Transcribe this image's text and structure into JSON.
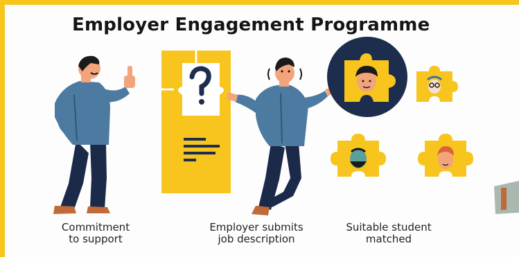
{
  "title": "Employer Engagement Programme",
  "steps": [
    {
      "caption": "Commitment to support",
      "line1": "Commitment",
      "line2": "to support",
      "illustration": "person-thumbs-up"
    },
    {
      "caption": "Employer submits job description",
      "line1": "Employer submits",
      "line2": "job description",
      "illustration": "person-with-puzzle-document"
    },
    {
      "caption": "Suitable student matched",
      "line1": "Suitable student",
      "line2": "matched",
      "illustration": "puzzle-pieces-with-faces"
    }
  ],
  "colors": {
    "border": "#f7c51e",
    "puzzle": "#f7c51e",
    "shirt": "#4d7aa0",
    "pants": "#1c2a4a",
    "navy": "#1c2d4d",
    "shoes": "#c06a3a",
    "skin": "#f2a47a",
    "text": "#151515"
  },
  "icons": [
    "thumbs-up-icon",
    "question-mark-icon",
    "puzzle-piece-icon",
    "student-face-icon"
  ]
}
